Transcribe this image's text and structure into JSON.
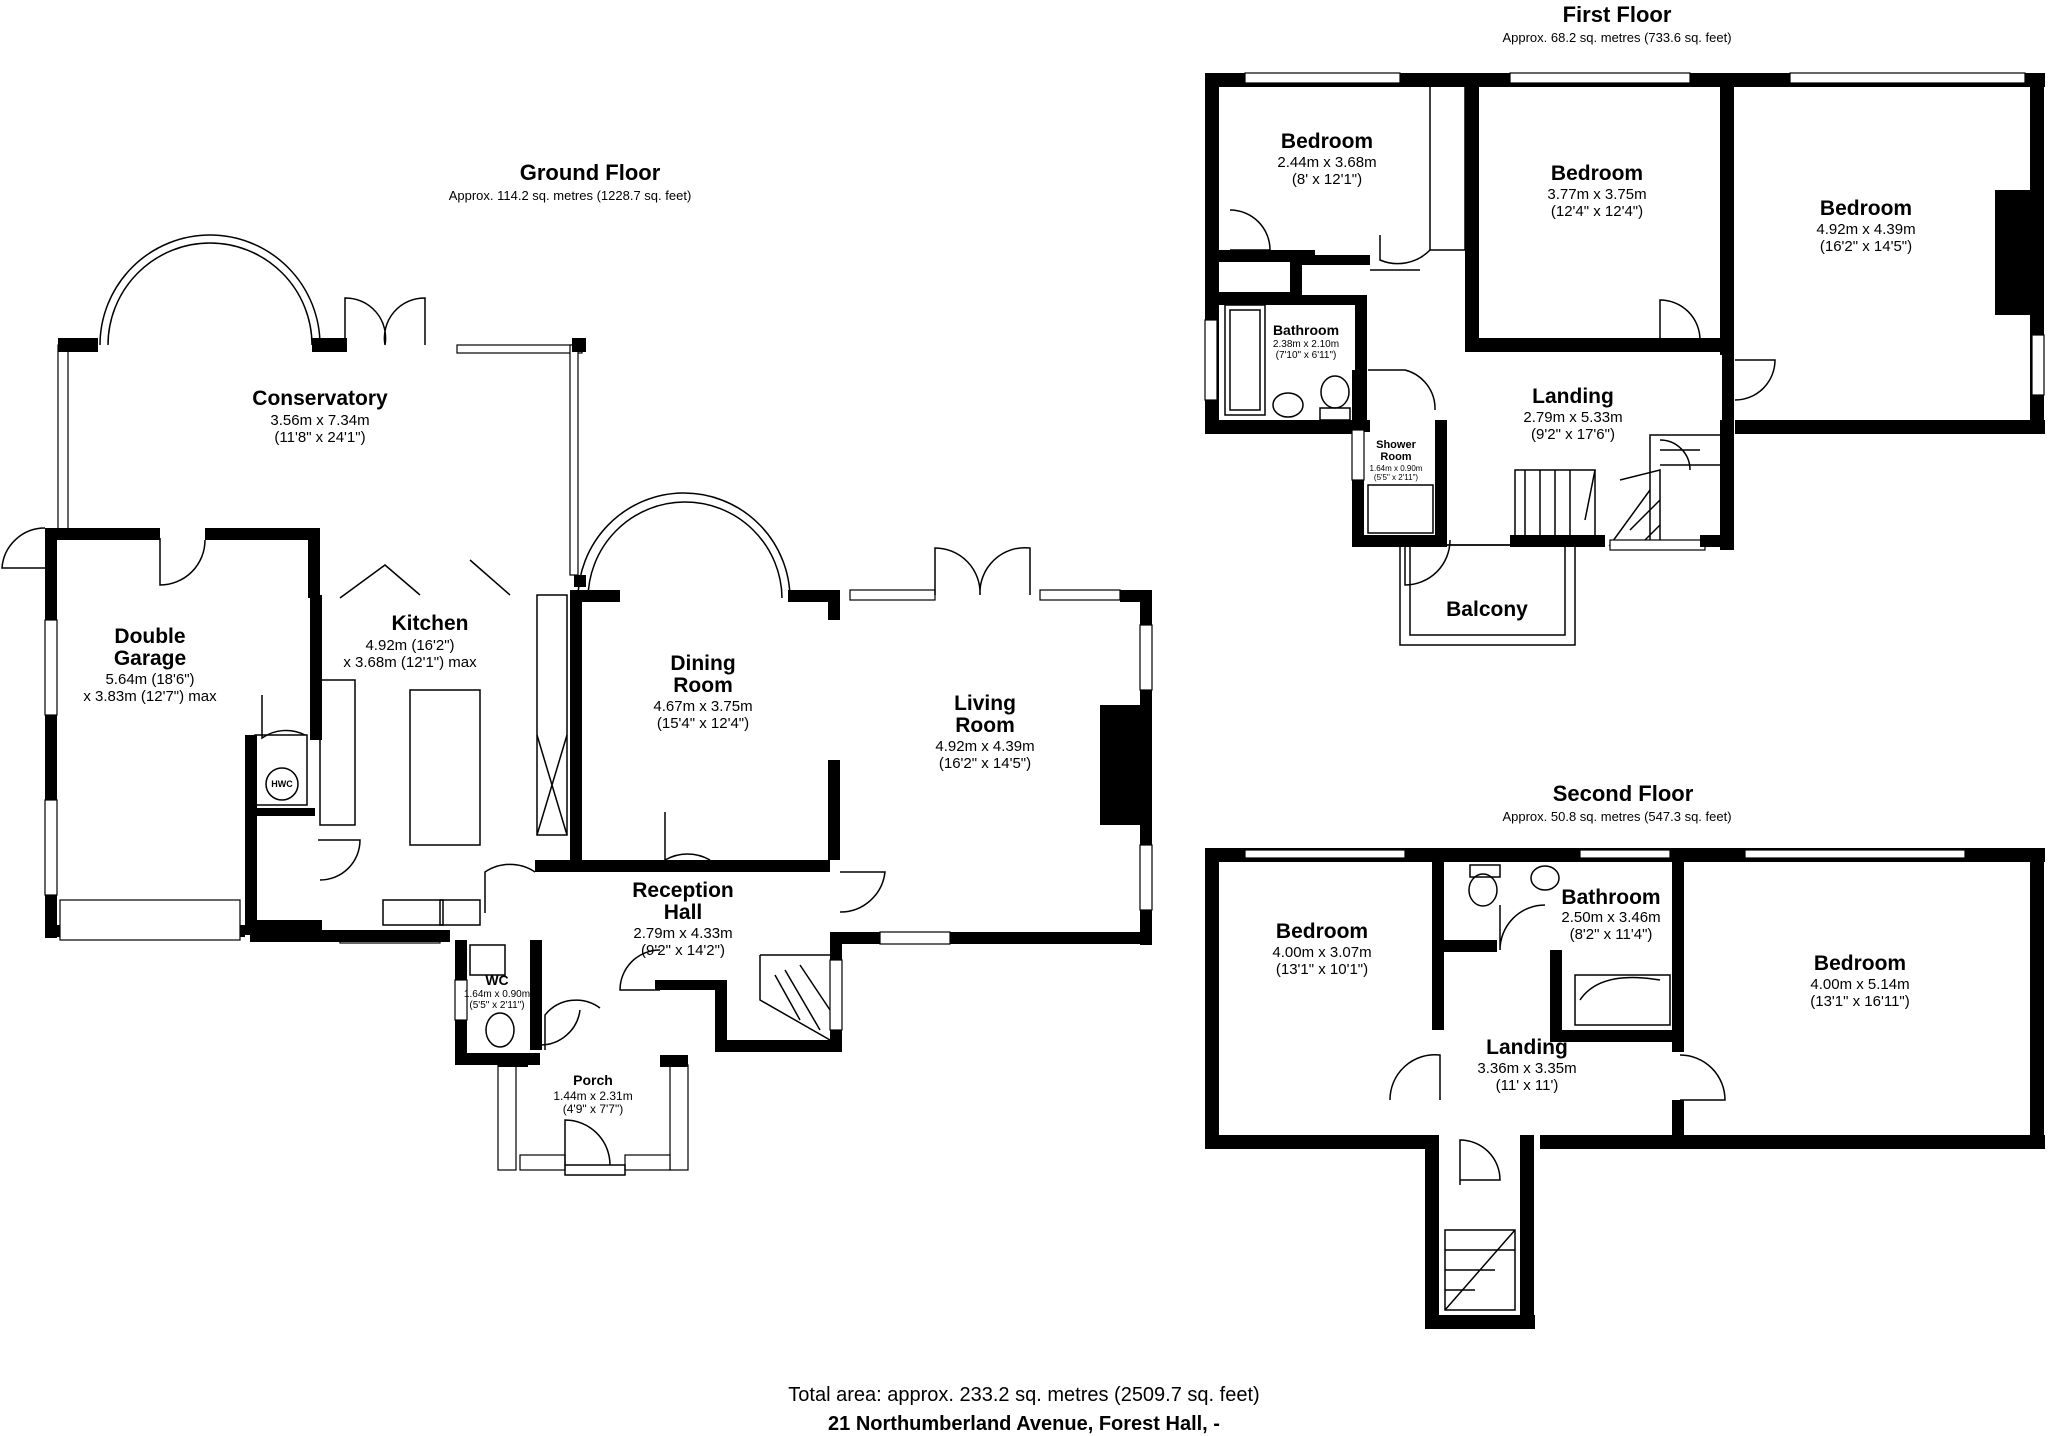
{
  "ground_floor": {
    "title": "Ground Floor",
    "area": "Approx. 114.2 sq. metres (1228.7 sq. feet)",
    "rooms": {
      "conservatory": {
        "name": "Conservatory",
        "dim1": "3.56m x 7.34m",
        "dim2": "(11'8\" x 24'1\")"
      },
      "garage": {
        "name1": "Double",
        "name2": "Garage",
        "dim1": "5.64m (18'6\")",
        "dim2": "x 3.83m (12'7\") max"
      },
      "kitchen": {
        "name": "Kitchen",
        "dim1": "4.92m (16'2\")",
        "dim2": "x 3.68m (12'1\") max"
      },
      "dining": {
        "name1": "Dining",
        "name2": "Room",
        "dim1": "4.67m x 3.75m",
        "dim2": "(15'4\" x 12'4\")"
      },
      "living": {
        "name1": "Living",
        "name2": "Room",
        "dim1": "4.92m x 4.39m",
        "dim2": "(16'2\" x 14'5\")"
      },
      "reception": {
        "name1": "Reception",
        "name2": "Hall",
        "dim1": "2.79m x 4.33m",
        "dim2": "(9'2\" x 14'2\")"
      },
      "wc": {
        "name": "WC",
        "dim1": "1.64m x 0.90m",
        "dim2": "(5'5\" x 2'11\")"
      },
      "porch": {
        "name": "Porch",
        "dim1": "1.44m x 2.31m",
        "dim2": "(4'9\" x 7'7\")"
      },
      "hwc": {
        "name": "HWC"
      }
    }
  },
  "first_floor": {
    "title": "First Floor",
    "area": "Approx. 68.2 sq. metres (733.6 sq. feet)",
    "rooms": {
      "bedroom_a": {
        "name": "Bedroom",
        "dim1": "2.44m x 3.68m",
        "dim2": "(8' x 12'1\")"
      },
      "bedroom_b": {
        "name": "Bedroom",
        "dim1": "3.77m x 3.75m",
        "dim2": "(12'4\" x 12'4\")"
      },
      "bedroom_c": {
        "name": "Bedroom",
        "dim1": "4.92m x 4.39m",
        "dim2": "(16'2\" x 14'5\")"
      },
      "bathroom": {
        "name": "Bathroom",
        "dim1": "2.38m x 2.10m",
        "dim2": "(7'10\" x 6'11\")"
      },
      "landing": {
        "name": "Landing",
        "dim1": "2.79m x 5.33m",
        "dim2": "(9'2\" x 17'6\")"
      },
      "shower": {
        "name1": "Shower",
        "name2": "Room",
        "dim1": "1.64m x 0.90m",
        "dim2": "(5'5\" x 2'11\")"
      },
      "balcony": {
        "name": "Balcony"
      }
    }
  },
  "second_floor": {
    "title": "Second Floor",
    "area": "Approx. 50.8 sq. metres (547.3 sq. feet)",
    "rooms": {
      "bedroom_left": {
        "name": "Bedroom",
        "dim1": "4.00m x 3.07m",
        "dim2": "(13'1\" x 10'1\")"
      },
      "bathroom": {
        "name": "Bathroom",
        "dim1": "2.50m x 3.46m",
        "dim2": "(8'2\" x 11'4\")"
      },
      "bedroom_right": {
        "name": "Bedroom",
        "dim1": "4.00m x 5.14m",
        "dim2": "(13'1\" x 16'11\")"
      },
      "landing": {
        "name": "Landing",
        "dim1": "3.36m x 3.35m",
        "dim2": "(11' x 11')"
      }
    }
  },
  "footer": {
    "total": "Total area: approx. 233.2 sq. metres (2509.7 sq. feet)",
    "address": "21 Northumberland Avenue, Forest Hall, -"
  }
}
